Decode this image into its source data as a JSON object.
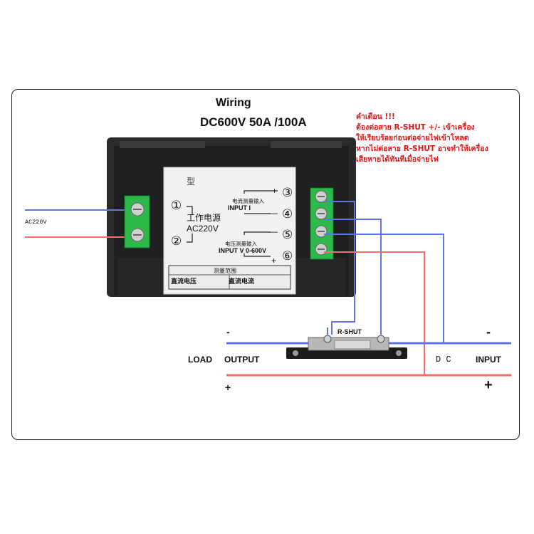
{
  "title": {
    "line1": "Wiring",
    "line2": "DC600V  50A /100A"
  },
  "warning": {
    "line1": "คำเตือน !!!",
    "line2": "ต้องต่อสาย R-SHUT +/- เข้าเครื่อง",
    "line3": "ให้เรียบร้อยก่อนต่อจ่ายไฟเข้าโหลด",
    "line4": "หากไม่ต่อสาย R-SHUT อาจทำให้เครื่อง",
    "line5": "เสียหายได้ทันทีเมื่อจ่ายไฟ"
  },
  "meter": {
    "label_model": "型",
    "label_power": "工作电源",
    "label_ac": "AC220V",
    "label_current_in": "电流测量输入",
    "label_input_i": "INPUT I",
    "label_voltage_in": "电压测量输入",
    "label_input_v": "INPUT V 0-600V",
    "label_range": "测量范围",
    "label_dc_voltage": "直流电压",
    "label_dc_current": "直流电流",
    "terminal_1": "①",
    "terminal_2": "②",
    "terminal_3": "③",
    "terminal_4": "④",
    "terminal_5": "⑤",
    "terminal_6": "⑥",
    "plus_a": "+",
    "minus_a": "—",
    "minus_b": "—",
    "plus_b": "+"
  },
  "left_wires": {
    "label": "AC220V"
  },
  "shunt": {
    "label": "R-SHUT"
  },
  "bottom": {
    "load": "LOAD",
    "output": "OUTPUT",
    "dc": "D C",
    "input": "INPUT",
    "minus_left": "-",
    "minus_right": "-",
    "plus_left": "+",
    "plus_right": "+"
  },
  "colors": {
    "blue_wire": "#5b74e6",
    "red_wire": "#f26d6d",
    "terminal_green": "#2db84a",
    "warning_red": "#e31414"
  },
  "icons": [
    "screw-terminal-icon",
    "shunt-resistor-icon"
  ]
}
